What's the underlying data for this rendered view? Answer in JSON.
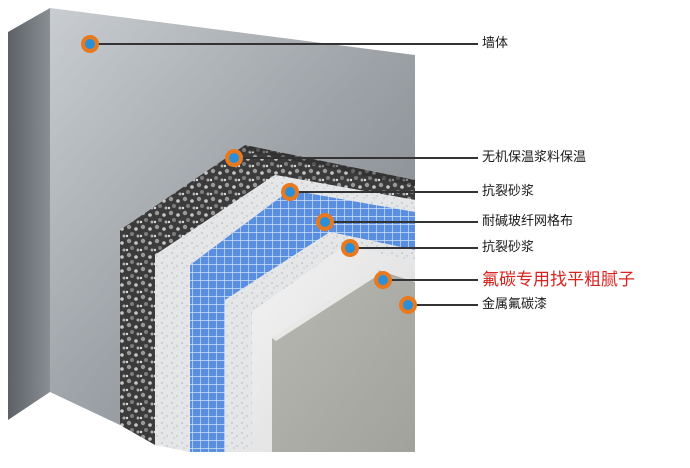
{
  "labels": [
    {
      "text": "墙体",
      "highlight": false
    },
    {
      "text": "无机保温浆料保温",
      "highlight": false
    },
    {
      "text": "抗裂砂浆",
      "highlight": false
    },
    {
      "text": "耐碱玻纤网格布",
      "highlight": false
    },
    {
      "text": "抗裂砂浆",
      "highlight": false
    },
    {
      "text": "氟碳专用找平粗腻子",
      "highlight": true
    },
    {
      "text": "金属氟碳漆",
      "highlight": false
    }
  ],
  "colors": {
    "marker_ring": "#e8791e",
    "marker_core": "#2a8fd6",
    "leader_line": "#333333",
    "highlight_text": "#d8231f"
  }
}
